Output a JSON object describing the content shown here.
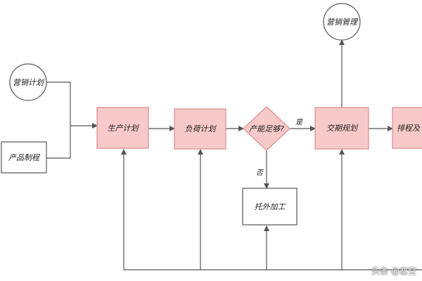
{
  "nodes": {
    "sales_plan": "营销计划",
    "product_process": "产品制程",
    "production_plan": "生产计划",
    "load_plan": "负荷计划",
    "capacity_check": "产能足够?",
    "outsource": "托外加工",
    "delivery_plan": "交期规划",
    "sales_mgmt": "营销管理",
    "scheduling": "排程及"
  },
  "edges": {
    "yes": "是",
    "no": "否"
  },
  "watermark": "头条 @恋空",
  "colors": {
    "process_fill": "#f8c9c9",
    "process_stroke": "#d98b8b",
    "line": "#555555"
  }
}
